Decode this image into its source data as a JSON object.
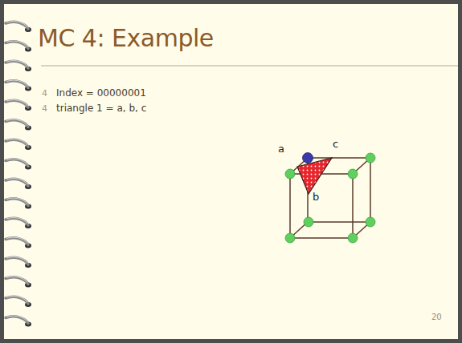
{
  "diagram": {
    "title": "MC 4: Example",
    "labels": [
      "4",
      "Index = 00000001",
      "4",
      "triangle 1 = a, b, c",
      "a",
      "c",
      "b",
      "20"
    ]
  }
}
